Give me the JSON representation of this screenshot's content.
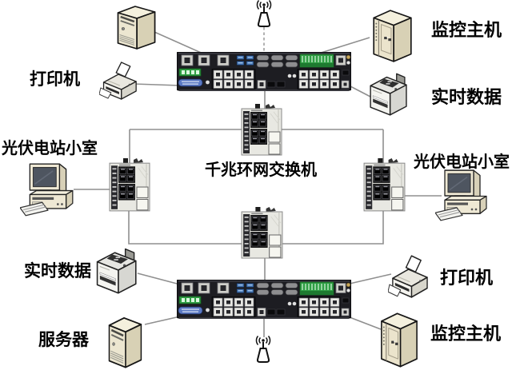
{
  "diagram": {
    "type": "network-topology",
    "title": "千兆环网交换机"
  },
  "labels": {
    "printer_top_left": "打印机",
    "monitor_host_top_right": "监控主机",
    "realtime_data_top_right": "实时数据",
    "pv_room_left": "光伏电站小室",
    "ring_switch_title": "千兆环网交换机",
    "pv_room_right": "光伏电站小室",
    "realtime_data_bottom_left": "实时数据",
    "server_bottom_left": "服务器",
    "printer_bottom_right": "打印机",
    "monitor_host_bottom_right": "监控主机"
  },
  "icons": {
    "tower_server": "tower-server-icon",
    "printer": "printer-icon",
    "copier": "copier-icon",
    "cabinet_host": "server-cabinet-icon",
    "desktop_pc": "desktop-computer-icon",
    "rack_switch": "rackmount-switch-icon",
    "industrial_switch": "industrial-ring-switch-icon",
    "antenna": "wireless-antenna-icon"
  },
  "palette": {
    "wire": "#8f8f8f",
    "rack_body": "#1d1d22",
    "terminal_green": "#2f9e44",
    "db25_blue": "#5b79c4",
    "usb_blue": "#3f6fae",
    "device_beige": "#ece6d0",
    "text": "#000000"
  }
}
